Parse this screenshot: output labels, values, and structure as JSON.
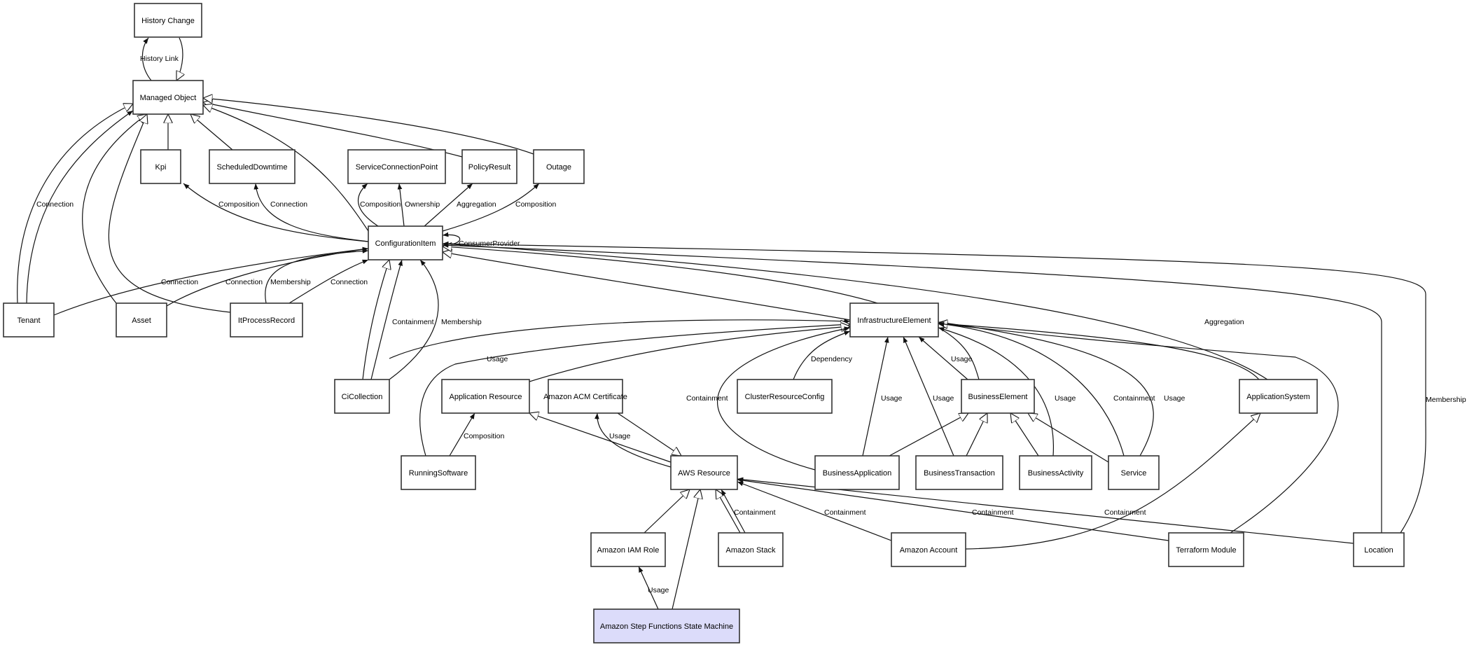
{
  "title": "Class model: Amazon Step Functions State Machine",
  "highlight_color": "#dcdcfa",
  "nodes": [
    {
      "id": "history_change",
      "label": "History Change"
    },
    {
      "id": "managed_object",
      "label": "Managed Object"
    },
    {
      "id": "kpi",
      "label": "Kpi"
    },
    {
      "id": "scheduled_downtime",
      "label": "ScheduledDowntime"
    },
    {
      "id": "service_connection_point",
      "label": "ServiceConnectionPoint"
    },
    {
      "id": "policy_result",
      "label": "PolicyResult"
    },
    {
      "id": "outage",
      "label": "Outage"
    },
    {
      "id": "configuration_item",
      "label": "ConfigurationItem"
    },
    {
      "id": "tenant",
      "label": "Tenant"
    },
    {
      "id": "asset",
      "label": "Asset"
    },
    {
      "id": "it_process_record",
      "label": "ItProcessRecord"
    },
    {
      "id": "infrastructure_element",
      "label": "InfrastructureElement"
    },
    {
      "id": "ci_collection",
      "label": "CiCollection"
    },
    {
      "id": "application_resource",
      "label": "Application Resource"
    },
    {
      "id": "amazon_acm_certificate",
      "label": "Amazon ACM Certificate"
    },
    {
      "id": "cluster_resource_config",
      "label": "ClusterResourceConfig"
    },
    {
      "id": "business_element",
      "label": "BusinessElement"
    },
    {
      "id": "application_system",
      "label": "ApplicationSystem"
    },
    {
      "id": "running_software",
      "label": "RunningSoftware"
    },
    {
      "id": "aws_resource",
      "label": "AWS Resource"
    },
    {
      "id": "business_application",
      "label": "BusinessApplication"
    },
    {
      "id": "business_transaction",
      "label": "BusinessTransaction"
    },
    {
      "id": "business_activity",
      "label": "BusinessActivity"
    },
    {
      "id": "service",
      "label": "Service"
    },
    {
      "id": "amazon_iam_role",
      "label": "Amazon IAM Role"
    },
    {
      "id": "amazon_stack",
      "label": "Amazon Stack"
    },
    {
      "id": "amazon_account",
      "label": "Amazon Account"
    },
    {
      "id": "terraform_module",
      "label": "Terraform Module"
    },
    {
      "id": "location",
      "label": "Location"
    },
    {
      "id": "amazon_step_functions_state_machine",
      "label": "Amazon Step Functions State Machine",
      "highlighted": true
    }
  ],
  "edges": [
    {
      "from": "managed_object",
      "to": "history_change",
      "type": "association",
      "label": "History Link"
    },
    {
      "from": "history_change",
      "to": "managed_object",
      "type": "inheritance",
      "label": ""
    },
    {
      "from": "kpi",
      "to": "managed_object",
      "type": "inheritance",
      "label": ""
    },
    {
      "from": "scheduled_downtime",
      "to": "managed_object",
      "type": "inheritance",
      "label": ""
    },
    {
      "from": "policy_result",
      "to": "managed_object",
      "type": "inheritance",
      "label": ""
    },
    {
      "from": "outage",
      "to": "managed_object",
      "type": "inheritance",
      "label": ""
    },
    {
      "from": "configuration_item",
      "to": "managed_object",
      "type": "inheritance",
      "label": ""
    },
    {
      "from": "tenant",
      "to": "managed_object",
      "type": "inheritance",
      "label": ""
    },
    {
      "from": "tenant",
      "to": "managed_object",
      "type": "association",
      "label": "Connection"
    },
    {
      "from": "asset",
      "to": "managed_object",
      "type": "inheritance",
      "label": ""
    },
    {
      "from": "it_process_record",
      "to": "managed_object",
      "type": "inheritance",
      "label": ""
    },
    {
      "from": "configuration_item",
      "to": "kpi",
      "type": "association",
      "label": "Composition"
    },
    {
      "from": "configuration_item",
      "to": "scheduled_downtime",
      "type": "association",
      "label": "Connection"
    },
    {
      "from": "configuration_item",
      "to": "service_connection_point",
      "type": "association",
      "label": "Composition"
    },
    {
      "from": "configuration_item",
      "to": "service_connection_point",
      "type": "association",
      "label": "Ownership"
    },
    {
      "from": "configuration_item",
      "to": "policy_result",
      "type": "association",
      "label": "Aggregation"
    },
    {
      "from": "configuration_item",
      "to": "outage",
      "type": "association",
      "label": "Composition"
    },
    {
      "from": "configuration_item",
      "to": "configuration_item",
      "type": "association",
      "label": "ConsumerProvider"
    },
    {
      "from": "tenant",
      "to": "configuration_item",
      "type": "association",
      "label": "Connection"
    },
    {
      "from": "asset",
      "to": "configuration_item",
      "type": "association",
      "label": "Connection"
    },
    {
      "from": "it_process_record",
      "to": "configuration_item",
      "type": "association",
      "label": "Membership"
    },
    {
      "from": "it_process_record",
      "to": "configuration_item",
      "type": "association",
      "label": "Connection"
    },
    {
      "from": "ci_collection",
      "to": "configuration_item",
      "type": "inheritance",
      "label": ""
    },
    {
      "from": "ci_collection",
      "to": "configuration_item",
      "type": "association",
      "label": "Containment"
    },
    {
      "from": "ci_collection",
      "to": "configuration_item",
      "type": "association",
      "label": "Membership"
    },
    {
      "from": "infrastructure_element",
      "to": "configuration_item",
      "type": "inheritance",
      "label": ""
    },
    {
      "from": "business_element",
      "to": "configuration_item",
      "type": "inheritance",
      "label": ""
    },
    {
      "from": "application_system",
      "to": "configuration_item",
      "type": "association",
      "label": "Aggregation"
    },
    {
      "from": "location",
      "to": "configuration_item",
      "type": "association",
      "label": ""
    },
    {
      "from": "location",
      "to": "configuration_item",
      "type": "association",
      "label": "Membership"
    },
    {
      "from": "ci_collection",
      "to": "infrastructure_element",
      "type": "association",
      "label": "Usage"
    },
    {
      "from": "running_software",
      "to": "infrastructure_element",
      "type": "inheritance",
      "label": ""
    },
    {
      "from": "application_resource",
      "to": "infrastructure_element",
      "type": "inheritance",
      "label": ""
    },
    {
      "from": "business_application",
      "to": "infrastructure_element",
      "type": "association",
      "label": "Containment"
    },
    {
      "from": "cluster_resource_config",
      "to": "infrastructure_element",
      "type": "association",
      "label": "Dependency"
    },
    {
      "from": "business_application",
      "to": "infrastructure_element",
      "type": "association",
      "label": "Usage"
    },
    {
      "from": "business_transaction",
      "to": "infrastructure_element",
      "type": "association",
      "label": "Usage"
    },
    {
      "from": "business_element",
      "to": "infrastructure_element",
      "type": "association",
      "label": "Usage"
    },
    {
      "from": "business_activity",
      "to": "infrastructure_element",
      "type": "association",
      "label": "Usage"
    },
    {
      "from": "service",
      "to": "infrastructure_element",
      "type": "association",
      "label": "Containment"
    },
    {
      "from": "service",
      "to": "infrastructure_element",
      "type": "association",
      "label": "Usage"
    },
    {
      "from": "application_system",
      "to": "infrastructure_element",
      "type": "inheritance",
      "label": ""
    },
    {
      "from": "terraform_module",
      "to": "infrastructure_element",
      "type": "association",
      "label": ""
    },
    {
      "from": "business_application",
      "to": "business_element",
      "type": "inheritance",
      "label": ""
    },
    {
      "from": "business_transaction",
      "to": "business_element",
      "type": "inheritance",
      "label": ""
    },
    {
      "from": "business_activity",
      "to": "business_element",
      "type": "inheritance",
      "label": ""
    },
    {
      "from": "service",
      "to": "business_element",
      "type": "inheritance",
      "label": ""
    },
    {
      "from": "running_software",
      "to": "application_resource",
      "type": "association",
      "label": "Composition"
    },
    {
      "from": "aws_resource",
      "to": "application_resource",
      "type": "inheritance",
      "label": ""
    },
    {
      "from": "aws_resource",
      "to": "amazon_acm_certificate",
      "type": "association",
      "label": "Usage"
    },
    {
      "from": "amazon_acm_certificate",
      "to": "aws_resource",
      "type": "inheritance",
      "label": ""
    },
    {
      "from": "amazon_iam_role",
      "to": "aws_resource",
      "type": "inheritance",
      "label": ""
    },
    {
      "from": "amazon_step_functions_state_machine",
      "to": "aws_resource",
      "type": "inheritance",
      "label": ""
    },
    {
      "from": "amazon_stack",
      "to": "aws_resource",
      "type": "inheritance",
      "label": ""
    },
    {
      "from": "amazon_stack",
      "to": "aws_resource",
      "type": "association",
      "label": "Containment"
    },
    {
      "from": "amazon_account",
      "to": "aws_resource",
      "type": "association",
      "label": "Containment"
    },
    {
      "from": "terraform_module",
      "to": "aws_resource",
      "type": "association",
      "label": "Containment"
    },
    {
      "from": "location",
      "to": "aws_resource",
      "type": "association",
      "label": "Containment"
    },
    {
      "from": "amazon_account",
      "to": "application_system",
      "type": "inheritance",
      "label": ""
    },
    {
      "from": "amazon_step_functions_state_machine",
      "to": "amazon_iam_role",
      "type": "association",
      "label": "Usage"
    }
  ]
}
